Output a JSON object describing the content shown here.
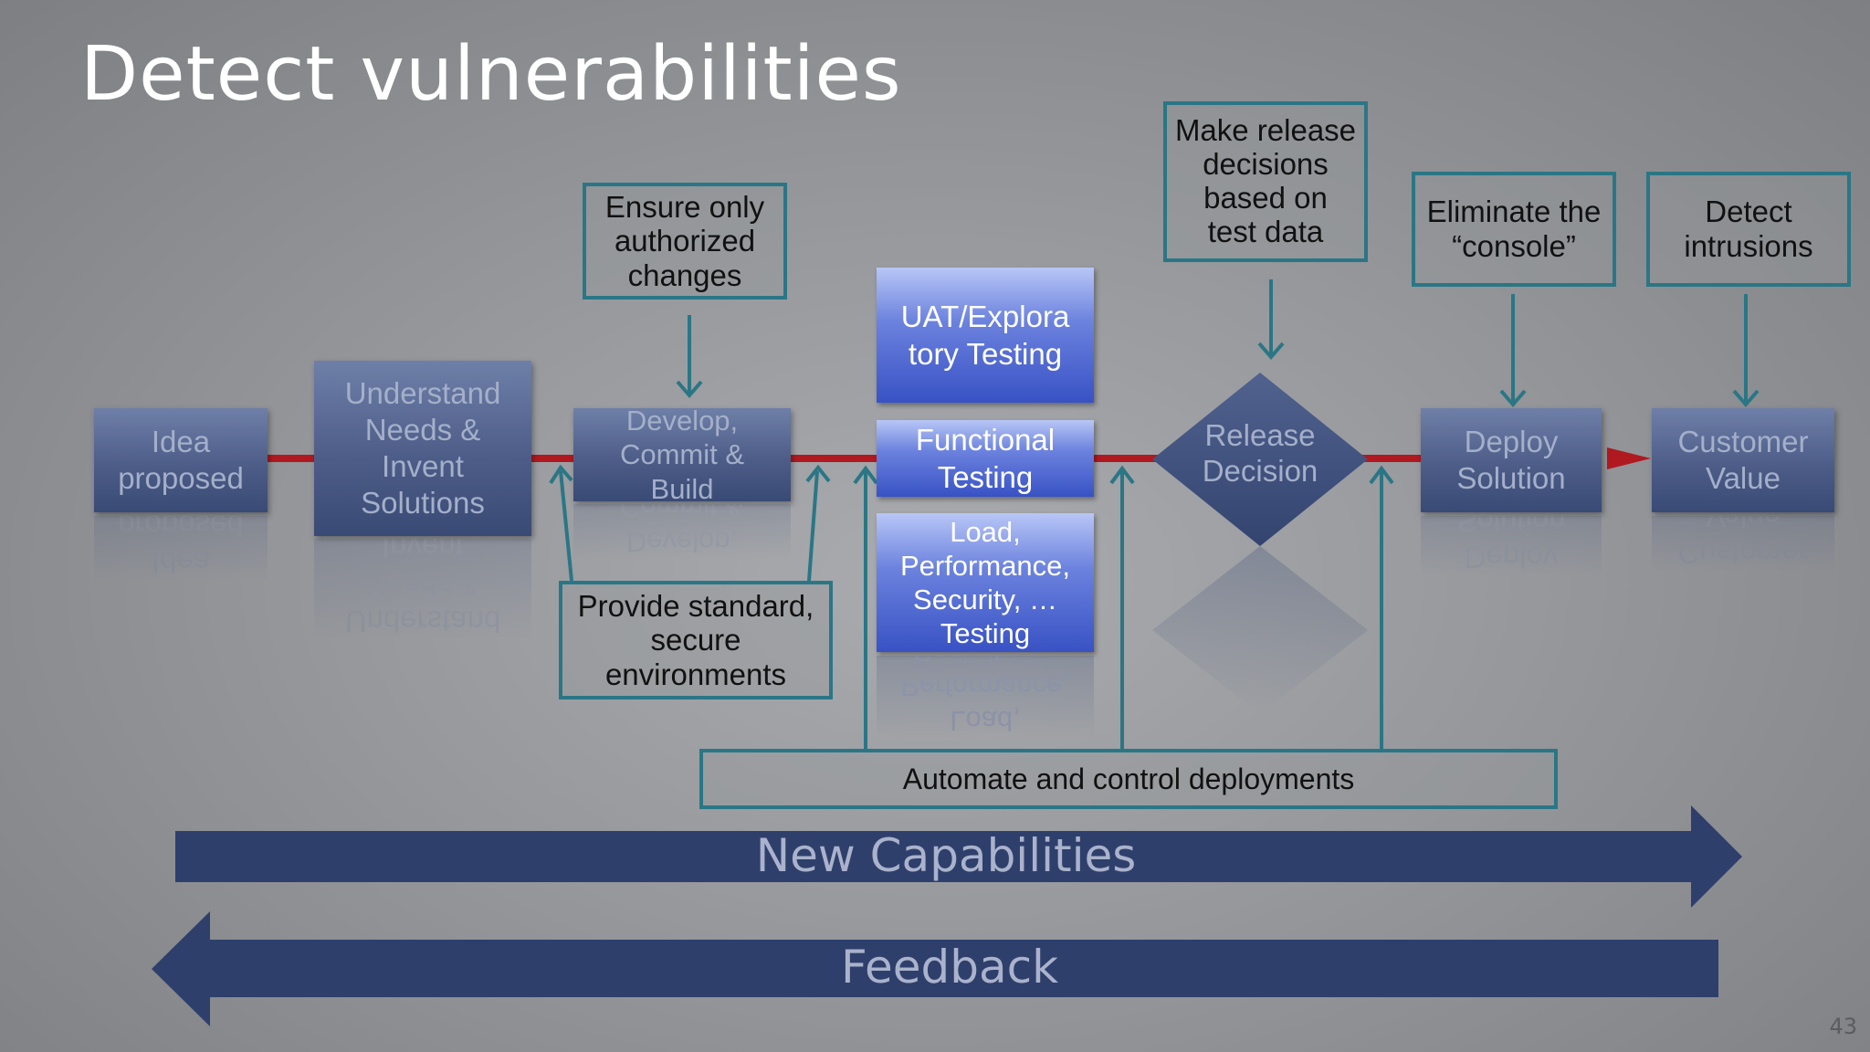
{
  "slide": {
    "title": "Detect vulnerabilities",
    "slide_number": "43"
  },
  "process": {
    "idea": "Idea\nproposed",
    "understand": "Understand\nNeeds &\nInvent\nSolutions",
    "develop": "Develop,\nCommit &\nBuild",
    "uat": "UAT/Explora\ntory Testing",
    "functional": "Functional\nTesting",
    "load": "Load,\nPerformance,\nSecurity, …\nTesting",
    "release": "Release\nDecision",
    "deploy": "Deploy\nSolution",
    "value": "Customer\nValue"
  },
  "callouts": {
    "authorized": "Ensure only\nauthorized\nchanges",
    "environments": "Provide standard,\nsecure\nenvironments",
    "release_decisions": "Make release\ndecisions\nbased on\ntest data",
    "console": "Eliminate the\n“console”",
    "intrusions": "Detect\nintrusions",
    "automate": "Automate and control deployments"
  },
  "arrows": {
    "new_capabilities": "New Capabilities",
    "feedback": "Feedback"
  },
  "colors": {
    "flow_line": "#b0191f",
    "callout_border": "#2b7685",
    "big_arrow": "#2e3f6b"
  }
}
